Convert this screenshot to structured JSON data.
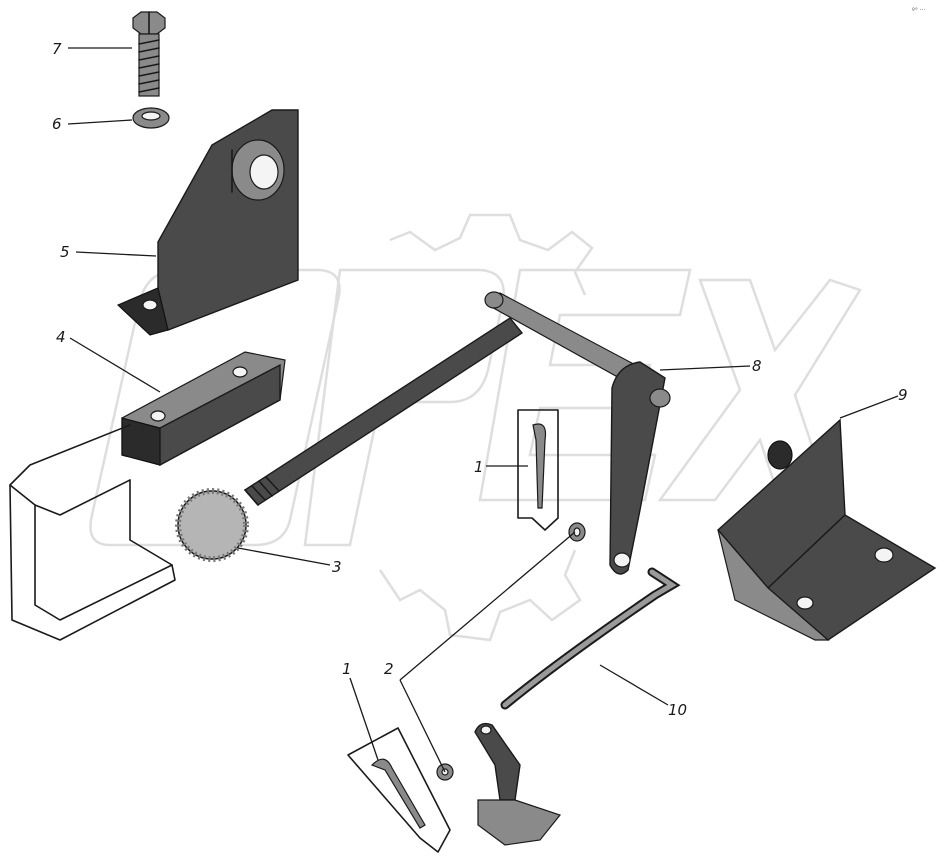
{
  "corner_mark": "º° ···",
  "callouts": {
    "c1a": "1",
    "c1b": "1",
    "c2": "2",
    "c3": "3",
    "c4": "4",
    "c5": "5",
    "c6": "6",
    "c7": "7",
    "c8": "8",
    "c9": "9",
    "c10": "10"
  },
  "watermark": "OPEX",
  "colors": {
    "ink": "#1a1a1a",
    "metal": "#4a4a4a",
    "watermark": "#dedede"
  }
}
